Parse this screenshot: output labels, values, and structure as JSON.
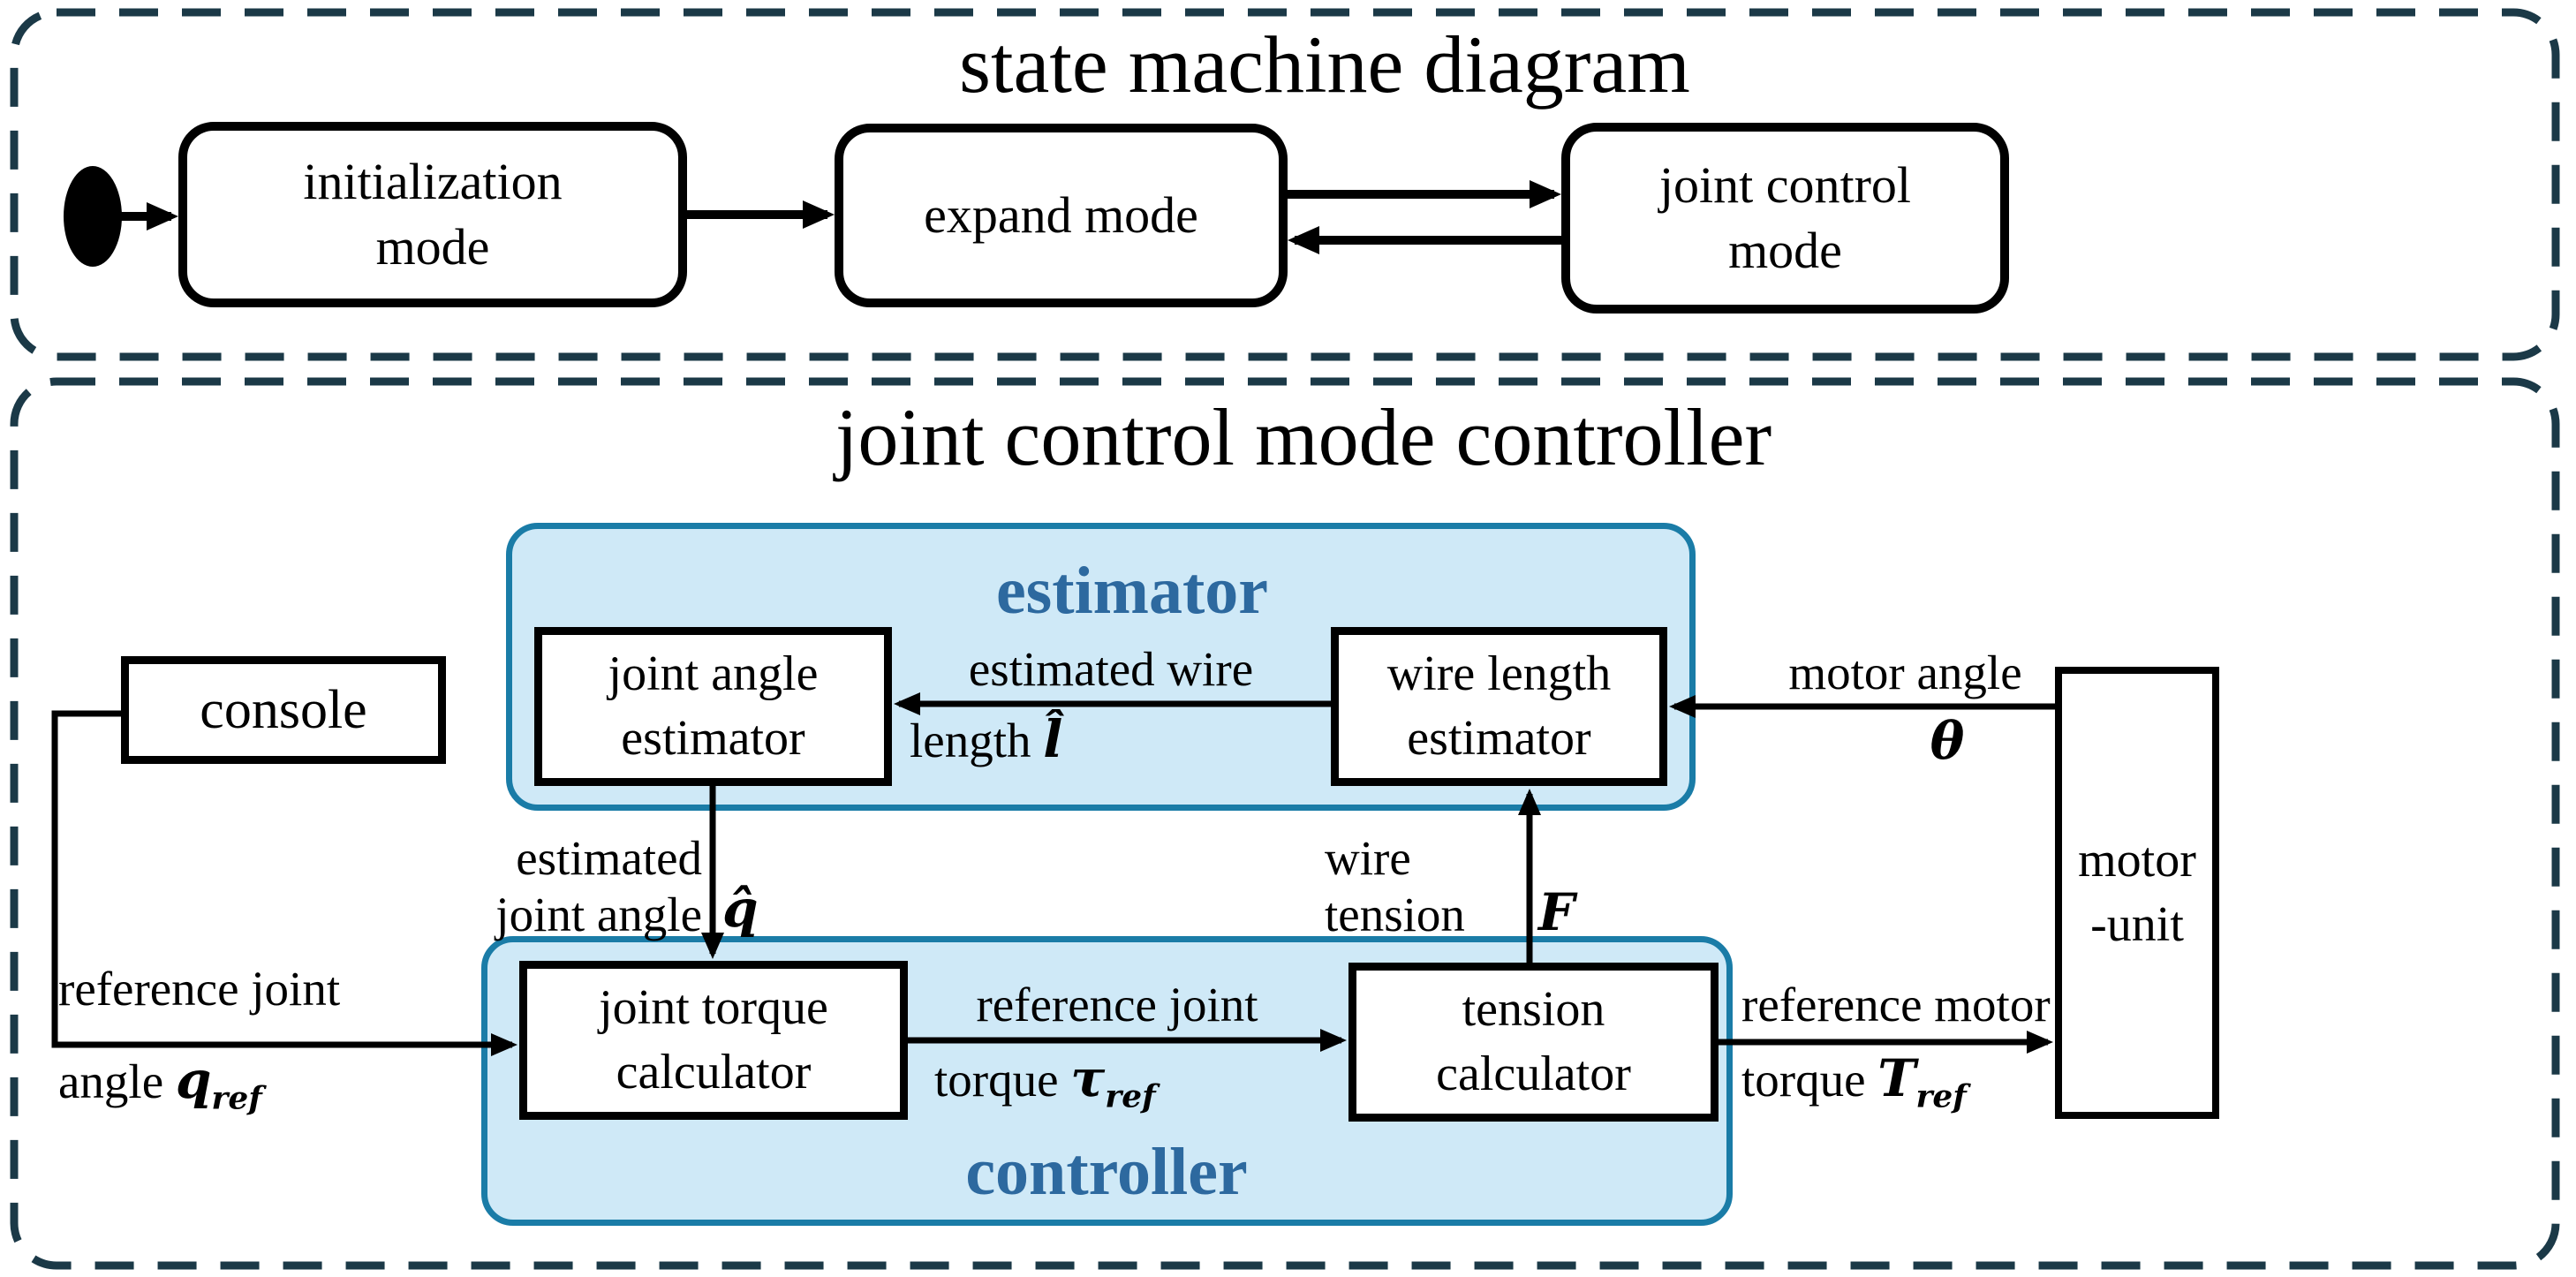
{
  "diagram": {
    "panels": {
      "state_machine": {
        "title": "state machine diagram",
        "states": {
          "initialization": {
            "line1": "initialization",
            "line2": "mode"
          },
          "expand": {
            "line1": "expand mode"
          },
          "joint_control": {
            "line1": "joint control",
            "line2": "mode"
          }
        }
      },
      "controller": {
        "title": "joint control mode controller",
        "regions": {
          "estimator_label": "estimator",
          "controller_label": "controller"
        },
        "blocks": {
          "console": {
            "line1": "console"
          },
          "joint_angle_estimator": {
            "line1": "joint angle",
            "line2": "estimator"
          },
          "wire_length_estimator": {
            "line1": "wire length",
            "line2": "estimator"
          },
          "joint_torque_calculator": {
            "line1": "joint torque",
            "line2": "calculator"
          },
          "tension_calculator": {
            "line1": "tension",
            "line2": "calculator"
          },
          "motor_unit": {
            "line1": "motor",
            "line2": "-unit"
          }
        },
        "signals": {
          "estimated_wire_length": {
            "line1": "estimated wire",
            "line2": "length ",
            "symbol": "l̂"
          },
          "motor_angle": {
            "line1": "motor angle",
            "symbol": "θ"
          },
          "estimated_joint_angle": {
            "line1": "estimated",
            "line2": "joint angle",
            "symbol": "q̂"
          },
          "wire_tension": {
            "line1": "wire",
            "line2": "tension",
            "symbol": "F"
          },
          "reference_joint_angle": {
            "line1": "reference joint",
            "line2": "angle ",
            "symbol": "q",
            "subscript": "ref"
          },
          "reference_joint_torque": {
            "line1": "reference joint",
            "line2": "torque ",
            "symbol": "τ",
            "subscript": "ref"
          },
          "reference_motor_torque": {
            "line1": "reference motor",
            "line2": "torque ",
            "symbol": "T",
            "subscript": "ref"
          }
        }
      }
    },
    "colors": {
      "region_fill": "#cfe9f7",
      "region_border": "#1a7ca7",
      "region_label_text": "#2d699f",
      "dashed_frame": "#1b3947",
      "line_and_text": "#000000"
    }
  }
}
